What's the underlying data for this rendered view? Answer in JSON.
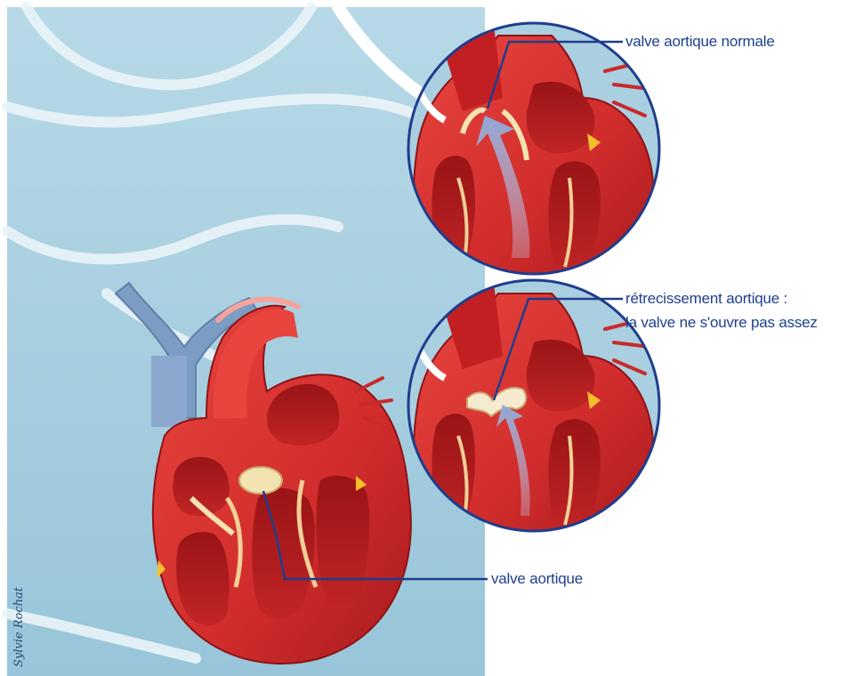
{
  "labels": {
    "normal_valve": "valve aortique normale",
    "stenosis_line1": "rétrecissement aortique :",
    "stenosis_line2": "la valve ne s'ouvre pas assez",
    "aortic_valve": "valve aortique"
  },
  "signature": "Sylvie Rochat",
  "colors": {
    "background_blue": "#a9cfe0",
    "heart_red": "#d7312f",
    "heart_dark": "#a41a1c",
    "leader_line": "#1f3d8c",
    "valve_cream": "#f3e3b3",
    "flow_arrow": "#9ab4da"
  }
}
